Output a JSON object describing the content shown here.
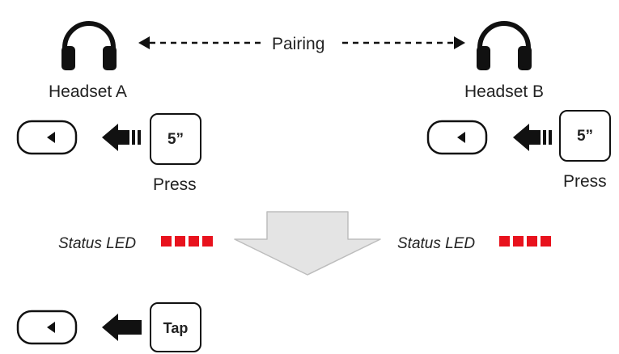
{
  "pairing_label": "Pairing",
  "headset_a": {
    "name": "Headset A",
    "hold_label": "5”",
    "action_label": "Press",
    "status_text": "Status LED"
  },
  "headset_b": {
    "name": "Headset B",
    "hold_label": "5”",
    "action_label": "Press",
    "status_text": "Status LED"
  },
  "final_step": {
    "tap_label": "Tap"
  },
  "led": {
    "color": "#e8121d",
    "count": 4
  },
  "icons": {
    "headset": "headphones-icon",
    "button": "jog-button-icon",
    "arrow": "push-arrow-icon",
    "step_arrow": "down-arrow-icon"
  }
}
